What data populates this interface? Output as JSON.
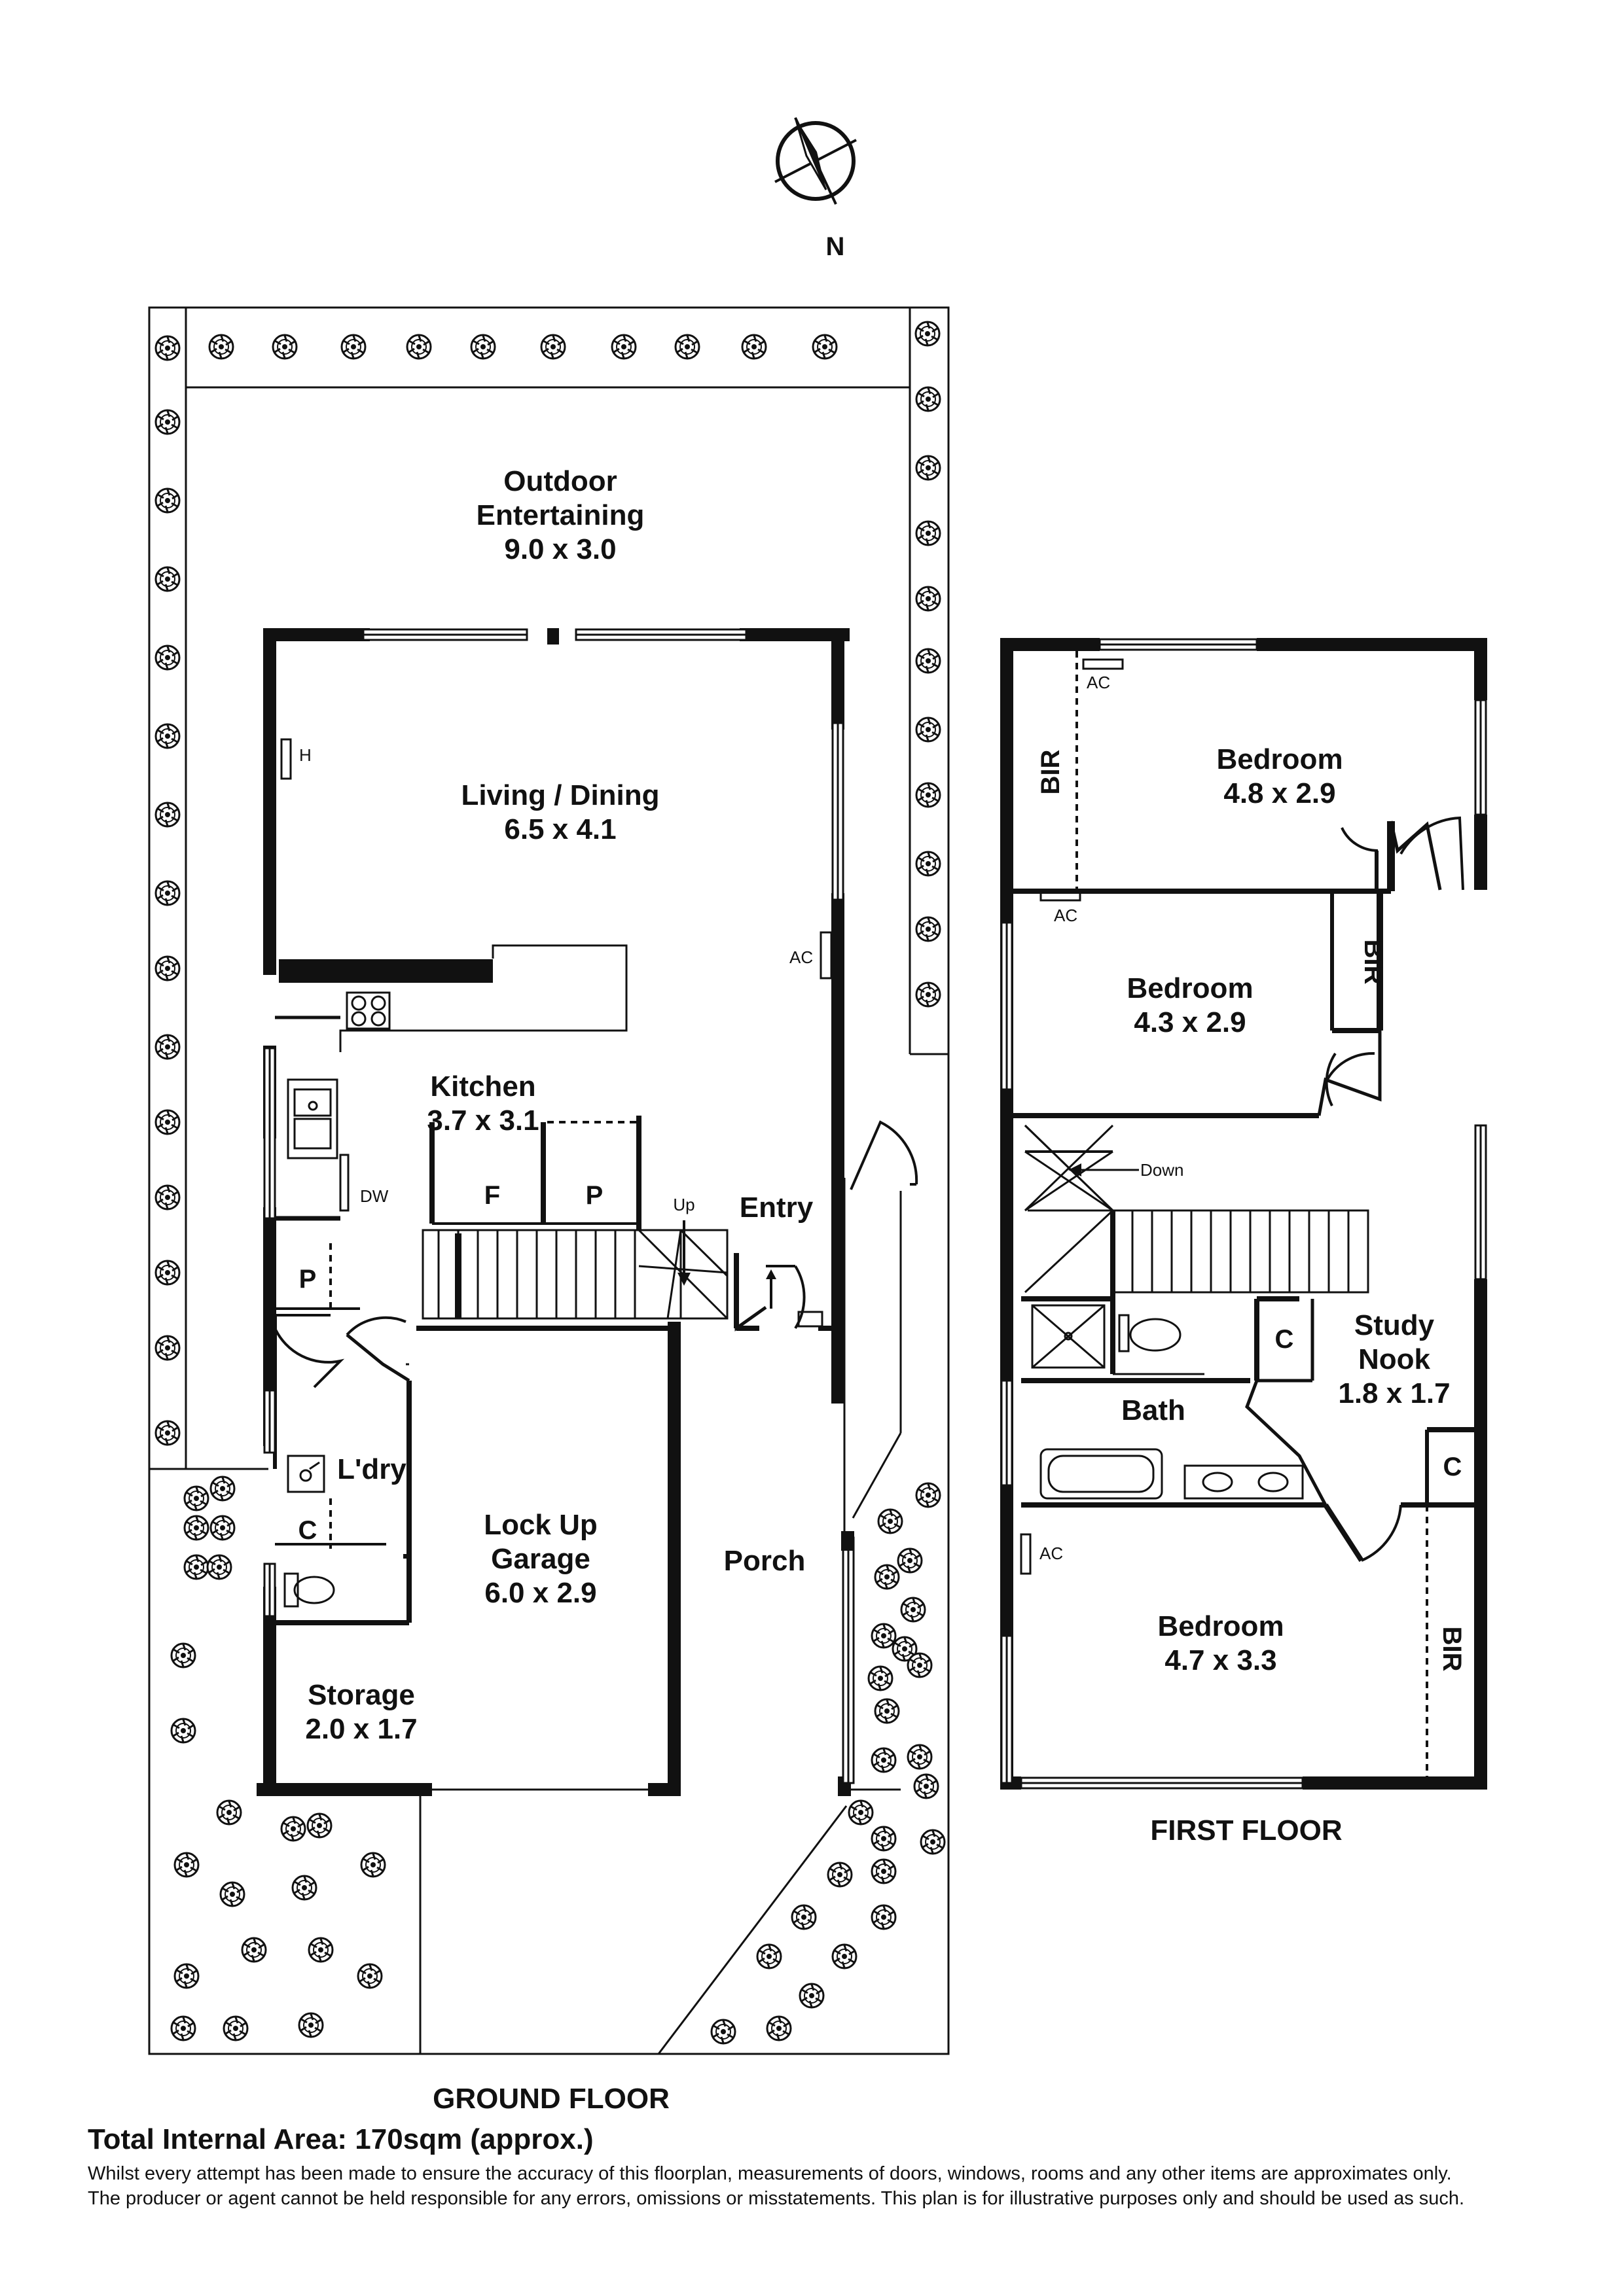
{
  "compass": {
    "label": "N",
    "icon": "north-arrow-icon"
  },
  "ground_floor": {
    "title": "GROUND FLOOR",
    "rooms": {
      "outdoor": {
        "name1": "Outdoor",
        "name2": "Entertaining",
        "dims": "9.0 x 3.0"
      },
      "living": {
        "name": "Living / Dining",
        "dims": "6.5 x 4.1"
      },
      "kitchen": {
        "name": "Kitchen",
        "dims": "3.7 x 3.1"
      },
      "entry": {
        "name": "Entry"
      },
      "garage": {
        "name1": "Lock Up",
        "name2": "Garage",
        "dims": "6.0 x 2.9"
      },
      "porch": {
        "name": "Porch"
      },
      "laundry": {
        "name": "L'dry"
      },
      "storage": {
        "name": "Storage",
        "dims": "2.0 x 1.7"
      }
    },
    "marks": {
      "heater": "H",
      "aircon": "AC",
      "dishwasher": "DW",
      "fridge": "F",
      "pantry": "P",
      "pantry2": "P",
      "cupboard": "C",
      "stairs_up": "Up"
    }
  },
  "first_floor": {
    "title": "FIRST FLOOR",
    "rooms": {
      "bed1": {
        "name": "Bedroom",
        "dims": "4.8 x 2.9"
      },
      "bed2": {
        "name": "Bedroom",
        "dims": "4.3 x 2.9"
      },
      "bed3": {
        "name": "Bedroom",
        "dims": "4.7 x 3.3"
      },
      "bath": {
        "name": "Bath"
      },
      "study": {
        "name1": "Study",
        "name2": "Nook",
        "dims": "1.8 x 1.7"
      }
    },
    "marks": {
      "bir": "BIR",
      "aircon": "AC",
      "cupboard": "C",
      "stairs_down": "Down"
    }
  },
  "footer": {
    "total_area": "Total Internal Area: 170sqm (approx.)",
    "disclaimer1": "Whilst every attempt has been made to ensure the accuracy of this floorplan, measurements of doors, windows, rooms and any other items are approximates only.",
    "disclaimer2": "The producer or agent cannot be held responsible for any errors, omissions or misstatements. This plan is for illustrative purposes only and should be used as such."
  }
}
